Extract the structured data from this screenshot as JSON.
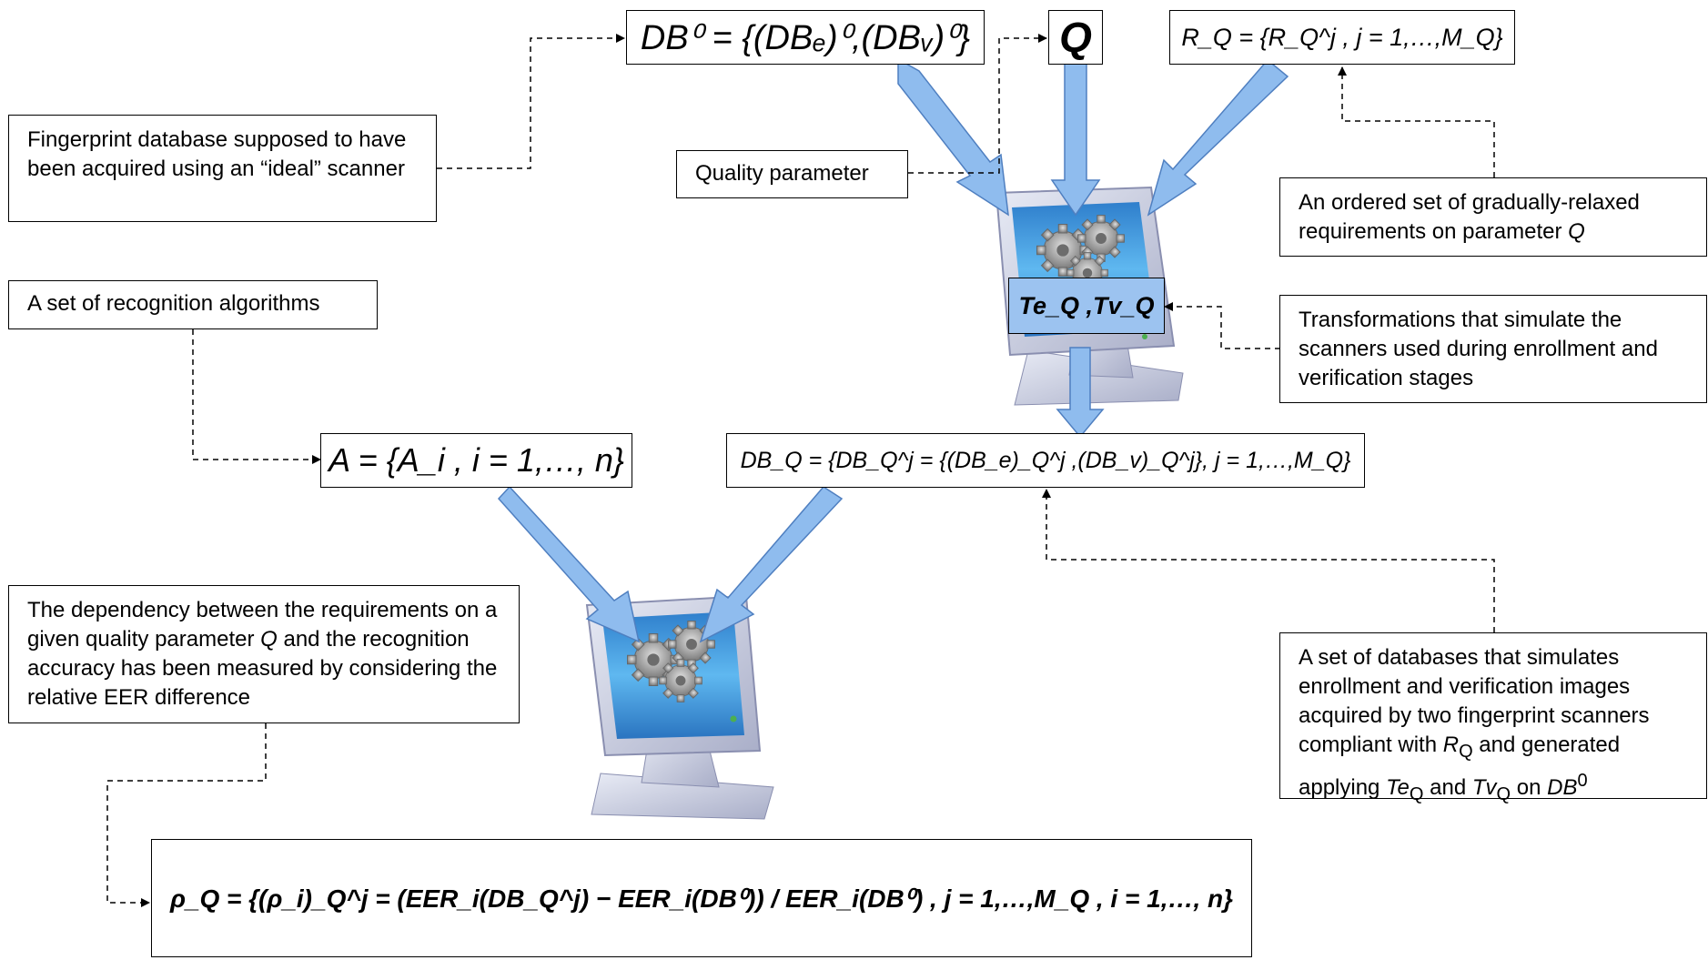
{
  "formulas": {
    "db0": "DB⁰ = {(DBₑ)⁰,(DBᵥ)⁰}",
    "q": "Q",
    "rq": "R_Q = {R_Q^j , j = 1,…,M_Q}",
    "teq_tvq": "Te_Q ,Tv_Q",
    "a": "A = {A_i , i = 1,…, n}",
    "dbq": "DB_Q = {DB_Q^j = {(DB_e)_Q^j ,(DB_v)_Q^j}, j = 1,…,M_Q}",
    "rho": "ρ_Q = {(ρ_i)_Q^j = (EER_i(DB_Q^j) − EER_i(DB⁰)) / EER_i(DB⁰) , j = 1,…,M_Q , i = 1,…, n}"
  },
  "notes": {
    "ideal_scanner": "Fingerprint database supposed to have been acquired using an “ideal” scanner",
    "quality_parameter": "Quality parameter",
    "ordered_set_prefix": "An ordered set of gradually-relaxed requirements on parameter ",
    "ordered_set_var": "Q",
    "recognition_algorithms": "A set of recognition algorithms",
    "transformations": "Transformations that simulate the scanners used during enrollment and verification stages",
    "dependency_1": "The dependency between the requirements on a given quality parameter ",
    "dependency_var": "Q",
    "dependency_2": " and the recognition accuracy has been measured by considering the relative EER difference",
    "databases_1": "A set of databases that simulates enrollment and verification images acquired by two fingerprint scanners compliant with ",
    "databases_rq": "R",
    "databases_rq_sub": "Q",
    "databases_2": " and generated applying ",
    "databases_teq": "Te",
    "databases_teq_sub": "Q",
    "databases_3": " and ",
    "databases_tvq": "Tv",
    "databases_tvq_sub": "Q",
    "databases_4": " on ",
    "databases_db0": "DB",
    "databases_db0_sup": "0"
  },
  "colors": {
    "arrow_fill": "#8fbcee",
    "arrow_stroke": "#4f7fc0",
    "highlight": "#9cc3f0",
    "screen": "#3a9fe0",
    "monitor": "#c9cde0"
  },
  "icons": [
    "computer-monitor-icon",
    "gears-icon"
  ]
}
